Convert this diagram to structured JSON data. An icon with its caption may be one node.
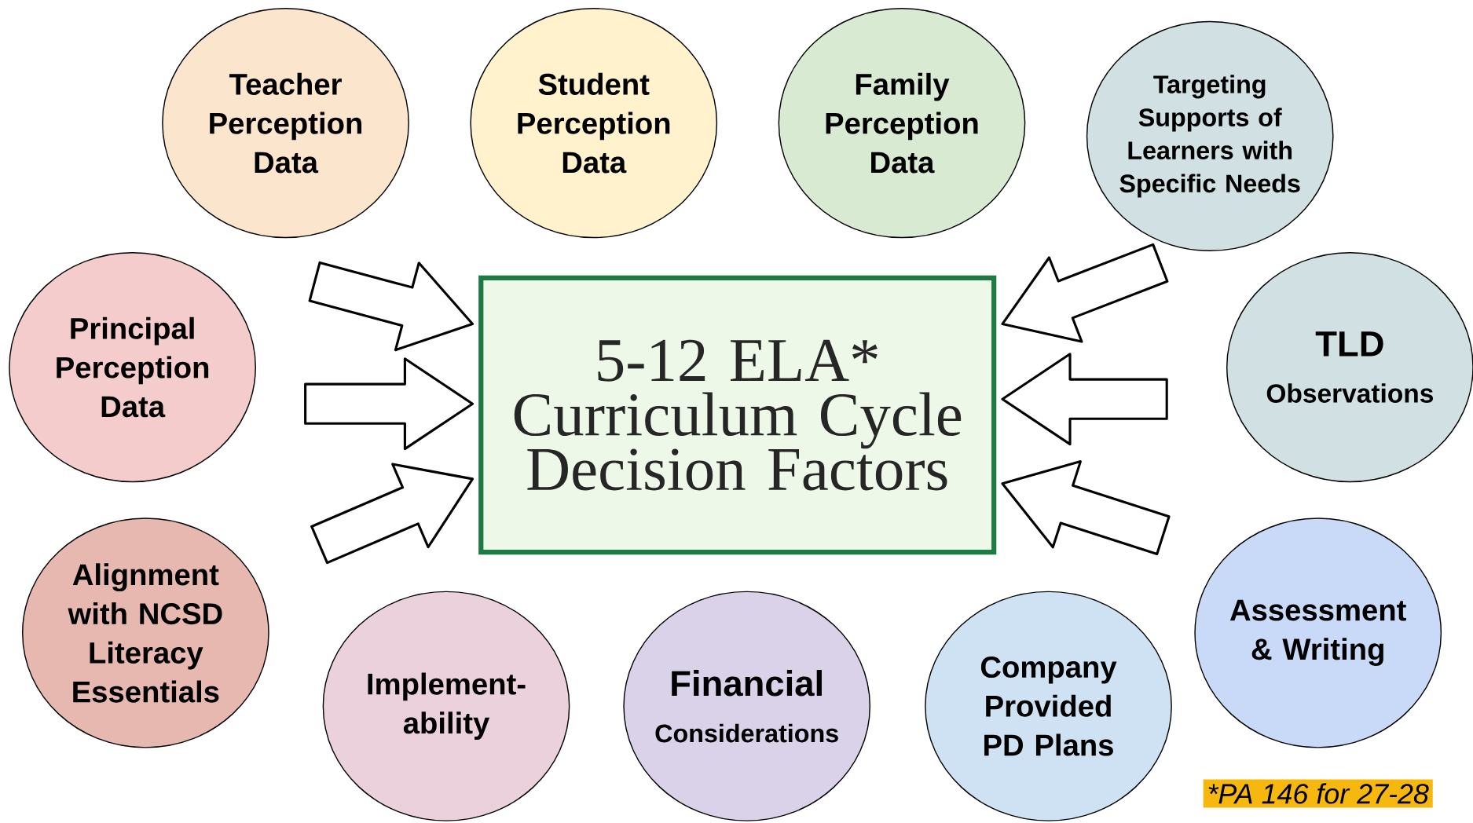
{
  "diagram": {
    "nodes": [
      {
        "text": [
          "Teacher Perception Data"
        ]
      },
      {
        "text": [
          "Student Perception Data"
        ]
      },
      {
        "text": [
          "Family Perception Data"
        ]
      },
      {
        "text": [
          "Targeting Supports of Learners with Specific Needs"
        ]
      },
      {
        "text": [
          "Principal Perception Data"
        ]
      },
      {
        "text": [
          "5-12 ELA* Curriculum Cycle Decision Factors"
        ]
      },
      {
        "text": [
          "TLD",
          "Observations"
        ]
      },
      {
        "text": [
          "Alignment with NCSD Literacy Essentials"
        ]
      },
      {
        "text": [
          "Implement- ability"
        ]
      },
      {
        "text": [
          "Financial",
          "Considerations"
        ]
      },
      {
        "text": [
          "Company Provided PD Plans"
        ]
      },
      {
        "text": [
          "Assessment & Writing"
        ]
      }
    ],
    "edges": [
      {
        "from": null,
        "to": 5,
        "arrow": "to"
      },
      {
        "from": null,
        "to": 5,
        "arrow": "to"
      },
      {
        "from": null,
        "to": 5,
        "arrow": "to"
      },
      {
        "from": null,
        "to": 5,
        "arrow": "to"
      },
      {
        "from": null,
        "to": 5,
        "arrow": "to"
      },
      {
        "from": null,
        "to": 5,
        "arrow": "to"
      }
    ],
    "labels": [
      "*PA 146 for 27-28"
    ]
  }
}
